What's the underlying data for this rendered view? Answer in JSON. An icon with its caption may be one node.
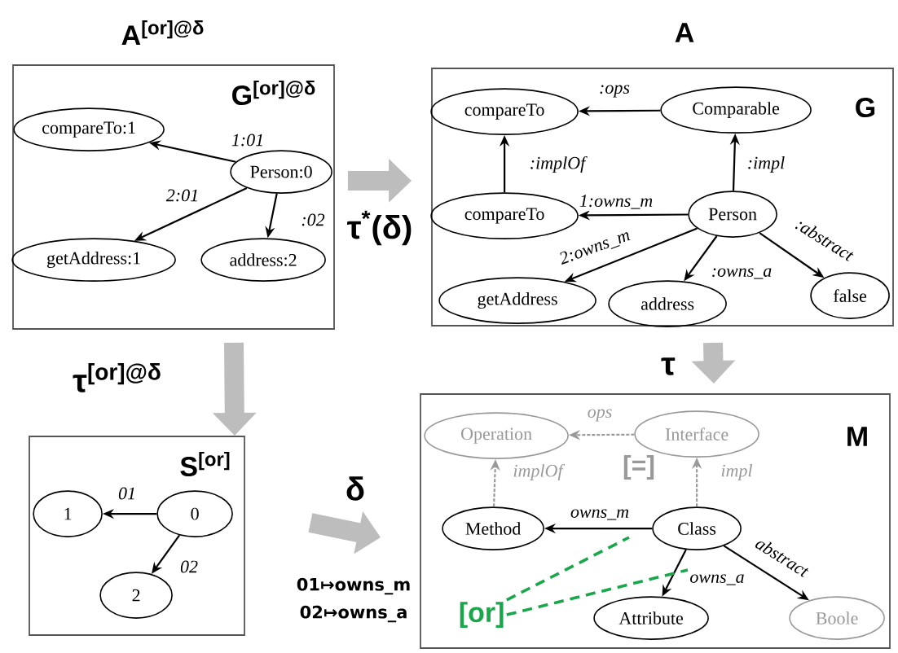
{
  "diagram": {
    "nodes": [
      {
        "text": [
          "A$^{[or]@δ}$",
          "G$^{[or]@δ}$"
        ]
      },
      {
        "text": [
          "compareTo:1"
        ],
        "in": 0
      },
      {
        "text": [
          "Person:0"
        ],
        "in": 0
      },
      {
        "text": [
          "getAddress:1"
        ],
        "in": 0
      },
      {
        "text": [
          "address:2"
        ],
        "in": 0
      },
      {
        "text": [
          "A",
          "G"
        ]
      },
      {
        "text": [
          "compareTo"
        ],
        "in": 5
      },
      {
        "text": [
          "Comparable"
        ],
        "in": 5
      },
      {
        "text": [
          "compareTo"
        ],
        "in": 5
      },
      {
        "text": [
          "Person"
        ],
        "in": 5
      },
      {
        "text": [
          "getAddress"
        ],
        "in": 5
      },
      {
        "text": [
          "address"
        ],
        "in": 5
      },
      {
        "text": [
          "false"
        ],
        "in": 5
      },
      {
        "text": [
          "S$^{[or]}$"
        ]
      },
      {
        "text": [
          "1"
        ],
        "in": 13
      },
      {
        "text": [
          "0"
        ],
        "in": 13
      },
      {
        "text": [
          "2"
        ],
        "in": 13
      },
      {
        "text": [
          "M"
        ]
      },
      {
        "text": [
          "Operation"
        ],
        "in": 17
      },
      {
        "text": [
          "Interface"
        ],
        "in": 17
      },
      {
        "text": [
          "Method"
        ],
        "in": 17
      },
      {
        "text": [
          "Class"
        ],
        "in": 17
      },
      {
        "text": [
          "Attribute"
        ],
        "in": 17
      },
      {
        "text": [
          "Boole"
        ],
        "in": 17
      },
      {
        "text": [
          "[or]"
        ],
        "in": 17
      }
    ],
    "edges": [
      {
        "from": 2,
        "to": 1,
        "arrow": "to",
        "label": "1:01"
      },
      {
        "from": 2,
        "to": 3,
        "arrow": "to",
        "label": "2:01"
      },
      {
        "from": 2,
        "to": 4,
        "arrow": "to",
        "label": ":02"
      },
      {
        "from": 0,
        "to": 5,
        "arrow": "to",
        "label": "τ$^{*}$(δ)",
        "style": "thick",
        "color": "#bdbdbd"
      },
      {
        "from": 7,
        "to": 6,
        "arrow": "to",
        "label": ":ops"
      },
      {
        "from": 8,
        "to": 6,
        "arrow": "to",
        "label": ":implOf"
      },
      {
        "from": 9,
        "to": 7,
        "arrow": "to",
        "label": ":impl"
      },
      {
        "from": 9,
        "to": 8,
        "arrow": "to",
        "label": "1:owns_m"
      },
      {
        "from": 9,
        "to": 10,
        "arrow": "to",
        "label": "2:owns_m"
      },
      {
        "from": 9,
        "to": 11,
        "arrow": "to",
        "label": ":owns_a"
      },
      {
        "from": 9,
        "to": 12,
        "arrow": "to",
        "label": ":abstract"
      },
      {
        "from": 0,
        "to": 13,
        "arrow": "to",
        "label": "τ$^{[or]@δ}$",
        "style": "thick",
        "color": "#bdbdbd"
      },
      {
        "from": 5,
        "to": 17,
        "arrow": "to",
        "label": "τ",
        "style": "thick",
        "color": "#bdbdbd"
      },
      {
        "from": 15,
        "to": 14,
        "arrow": "to",
        "label": "01"
      },
      {
        "from": 15,
        "to": 16,
        "arrow": "to",
        "label": "02"
      },
      {
        "from": 13,
        "to": 17,
        "arrow": "to",
        "label": "δ",
        "style": "thick",
        "color": "#bdbdbd"
      },
      {
        "from": 19,
        "to": 18,
        "arrow": "to",
        "label": "ops",
        "style": "dashed",
        "color": "#999999"
      },
      {
        "from": 20,
        "to": 18,
        "arrow": "to",
        "label": "implOf",
        "style": "dashed",
        "color": "#999999"
      },
      {
        "from": 21,
        "to": 19,
        "arrow": "to",
        "label": "impl",
        "style": "dashed",
        "color": "#999999"
      },
      {
        "from": 21,
        "to": 20,
        "arrow": "to",
        "label": "owns_m"
      },
      {
        "from": 21,
        "to": 22,
        "arrow": "to",
        "label": "owns_a"
      },
      {
        "from": 21,
        "to": 23,
        "arrow": "to",
        "label": "abstract"
      },
      {
        "from": 24,
        "to": null,
        "arrow": "none",
        "style": "dashed",
        "color": "#1aa64a"
      },
      {
        "from": 24,
        "to": null,
        "arrow": "none",
        "style": "dashed",
        "color": "#1aa64a"
      }
    ],
    "labels": [
      "[=]",
      "01↦owns_m",
      "02↦owns_a"
    ]
  }
}
